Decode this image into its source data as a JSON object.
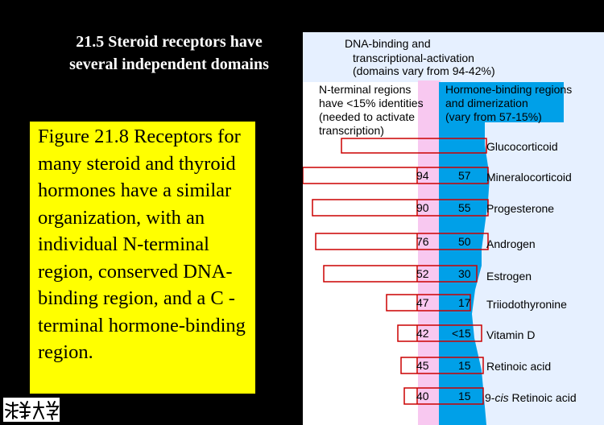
{
  "slide": {
    "title_line1": "21.5 Steroid receptors have",
    "title_line2": "several independent domains",
    "caption": "Figure 21.8 Receptors for many steroid and thyroid hormones have a similar organization, with an individual N-terminal region, conserved DNA-binding region, and a C -terminal hormone-binding region."
  },
  "diagram": {
    "dna_label": [
      "DNA-binding and",
      "transcriptional-activation",
      "(domains vary from 94-42%)"
    ],
    "n_label": [
      "N-terminal regions",
      "have <15% identities",
      "(needed to activate",
      "transcription)"
    ],
    "hormone_label": [
      "Hormone-binding regions",
      "and dimerization",
      "(vary from 57-15%)"
    ],
    "receptors": [
      {
        "name": "Glucocorticoid",
        "dna": "",
        "hormone": ""
      },
      {
        "name": "Mineralocorticoid",
        "dna": "94",
        "hormone": "57"
      },
      {
        "name": "Progesterone",
        "dna": "90",
        "hormone": "55"
      },
      {
        "name": "Androgen",
        "dna": "76",
        "hormone": "50"
      },
      {
        "name": "Estrogen",
        "dna": "52",
        "hormone": "30"
      },
      {
        "name": "Triiodothyronine",
        "dna": "47",
        "hormone": "17"
      },
      {
        "name": "Vitamin D",
        "dna": "42",
        "hormone": "<15"
      },
      {
        "name": "Retinoic acid",
        "dna": "45",
        "hormone": "15"
      },
      {
        "name_prefix": "9-",
        "name_italic": "cis",
        "name_suffix": " Retinoic acid",
        "dna": "40",
        "hormone": "15"
      }
    ],
    "colors": {
      "dna_band": "#f8c8f0",
      "hormone_band": "#00a0e8",
      "panel_bg": "#e6f0ff",
      "box_border": "#cc0000"
    }
  }
}
